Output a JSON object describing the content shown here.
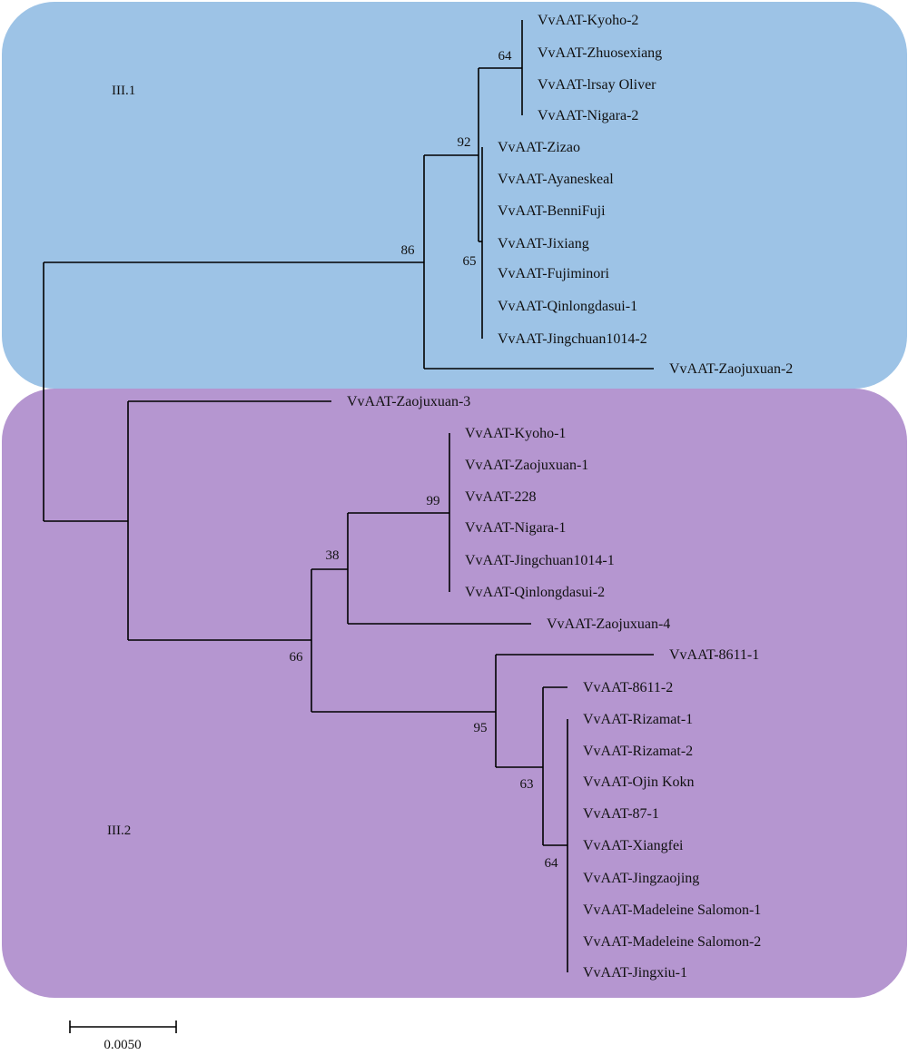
{
  "figure": {
    "clades": [
      {
        "id": "c1",
        "label": "III.1",
        "color": "#9dc3e6"
      },
      {
        "id": "c2",
        "label": "III.2",
        "color": "#b596d0"
      }
    ],
    "scale_bar": {
      "label": "0.0050"
    }
  },
  "taxa": [
    "VvAAT-Kyoho-2",
    "VvAAT-Zhuosexiang",
    "VvAAT-lrsay Oliver",
    "VvAAT-Nigara-2",
    "VvAAT-Zizao",
    "VvAAT-Ayaneskeal",
    "VvAAT-BenniFuji",
    "VvAAT-Jixiang",
    "VvAAT-Fujiminori",
    "VvAAT-Qinlongdasui-1",
    "VvAAT-Jingchuan1014-2",
    "VvAAT-Zaojuxuan-2",
    "VvAAT-Zaojuxuan-3",
    "VvAAT-Kyoho-1",
    "VvAAT-Zaojuxuan-1",
    "VvAAT-228",
    "VvAAT-Nigara-1",
    "VvAAT-Jingchuan1014-1",
    "VvAAT-Qinlongdasui-2",
    "VvAAT-Zaojuxuan-4",
    "VvAAT-8611-1",
    "VvAAT-8611-2",
    "VvAAT-Rizamat-1",
    "VvAAT-Rizamat-2",
    "VvAAT-Ojin Kokn",
    "VvAAT-87-1",
    "VvAAT-Xiangfei",
    "VvAAT-Jingzaojing",
    "VvAAT-Madeleine Salomon-1",
    "VvAAT-Madeleine Salomon-2",
    "VvAAT-Jingxiu-1"
  ],
  "bootstrap": [
    "64",
    "92",
    "65",
    "86",
    "99",
    "38",
    "66",
    "95",
    "63",
    "64"
  ]
}
